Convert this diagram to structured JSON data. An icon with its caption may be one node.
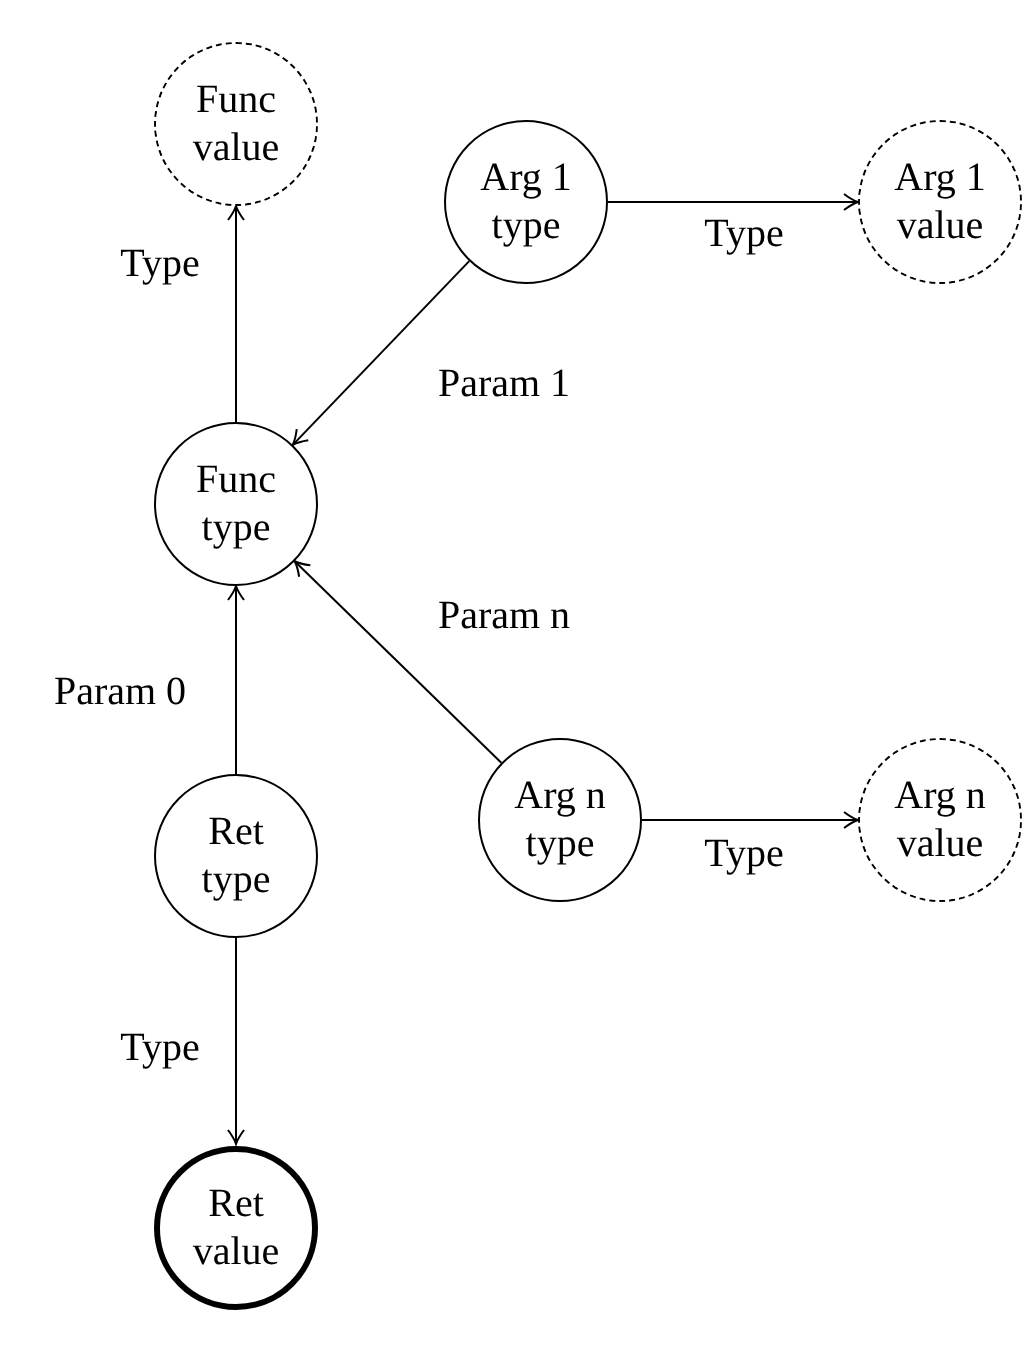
{
  "diagram": {
    "nodes": [
      {
        "text": [
          "Func value"
        ]
      },
      {
        "text": [
          "Arg 1 type"
        ]
      },
      {
        "text": [
          "Arg 1 value"
        ]
      },
      {
        "text": [
          "Func type"
        ]
      },
      {
        "text": [
          "Arg n type"
        ]
      },
      {
        "text": [
          "Arg n value"
        ]
      },
      {
        "text": [
          "Ret type"
        ]
      },
      {
        "text": [
          "Ret value"
        ]
      }
    ],
    "edges": [
      {
        "from": 3,
        "to": 0,
        "arrow": "to",
        "label": "Type"
      },
      {
        "from": 1,
        "to": 2,
        "arrow": "to",
        "label": "Type"
      },
      {
        "from": 1,
        "to": 3,
        "arrow": "to",
        "label": "Param 1"
      },
      {
        "from": 4,
        "to": 3,
        "arrow": "to",
        "label": "Param n"
      },
      {
        "from": 6,
        "to": 3,
        "arrow": "to",
        "label": "Param 0"
      },
      {
        "from": 4,
        "to": 5,
        "arrow": "to",
        "label": "Type"
      },
      {
        "from": 6,
        "to": 7,
        "arrow": "to",
        "label": "Type"
      }
    ]
  }
}
